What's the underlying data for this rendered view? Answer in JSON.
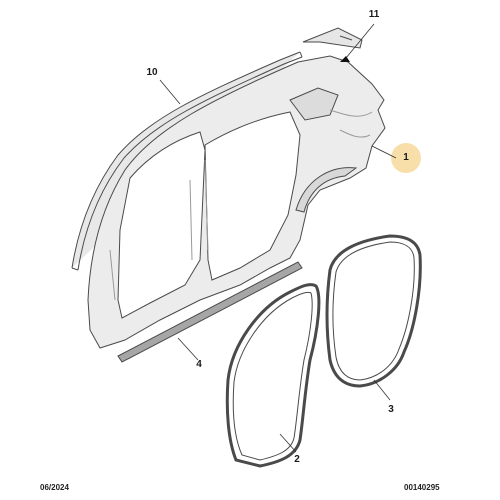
{
  "callouts": {
    "part_1": "1",
    "part_2": "2",
    "part_3": "3",
    "part_4": "4",
    "part_10": "10",
    "part_11": "11"
  },
  "footer": {
    "date": "06/2024",
    "reference": "00140295"
  },
  "colors": {
    "line": "#4a4a4a",
    "panel_fill": "#ededed",
    "panel_shade": "#d6d6d6",
    "highlight": "#f7d99a"
  }
}
